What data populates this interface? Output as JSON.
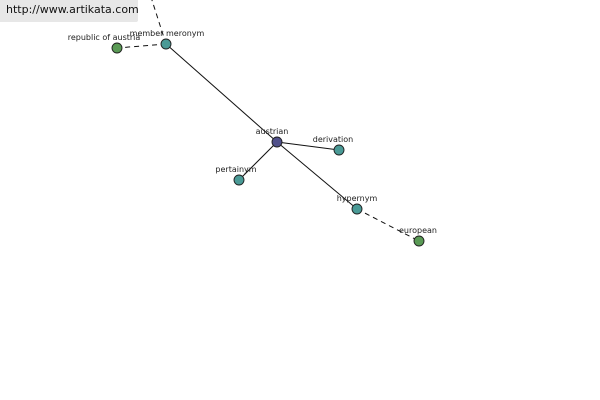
{
  "banner": {
    "url": "http://www.artikata.com"
  },
  "graph": {
    "nodes": [
      {
        "id": "austrian",
        "label": "austrian",
        "color": "#50508a",
        "kind": "center"
      },
      {
        "id": "member-meronym",
        "label": "member meronym",
        "color": "#4a9a96",
        "kind": "relation"
      },
      {
        "id": "republic-of-austria",
        "label": "republic of austria",
        "color": "#5a9a55",
        "kind": "word"
      },
      {
        "id": "derivation",
        "label": "derivation",
        "color": "#4a9a96",
        "kind": "relation"
      },
      {
        "id": "pertainym",
        "label": "pertainym",
        "color": "#4a9a96",
        "kind": "relation"
      },
      {
        "id": "hypernym",
        "label": "hypernym",
        "color": "#4a9a96",
        "kind": "relation"
      },
      {
        "id": "european",
        "label": "european",
        "color": "#5a9a55",
        "kind": "word"
      }
    ],
    "edges": [
      {
        "from": "austrian",
        "to": "member-meronym",
        "style": "solid"
      },
      {
        "from": "austrian",
        "to": "derivation",
        "style": "solid"
      },
      {
        "from": "austrian",
        "to": "pertainym",
        "style": "solid"
      },
      {
        "from": "austrian",
        "to": "hypernym",
        "style": "solid"
      },
      {
        "from": "member-meronym",
        "to": "republic-of-austria",
        "style": "dashed"
      },
      {
        "from": "member-meronym",
        "to": "offscreen-top",
        "style": "dashed"
      },
      {
        "from": "hypernym",
        "to": "european",
        "style": "dashed"
      }
    ]
  }
}
